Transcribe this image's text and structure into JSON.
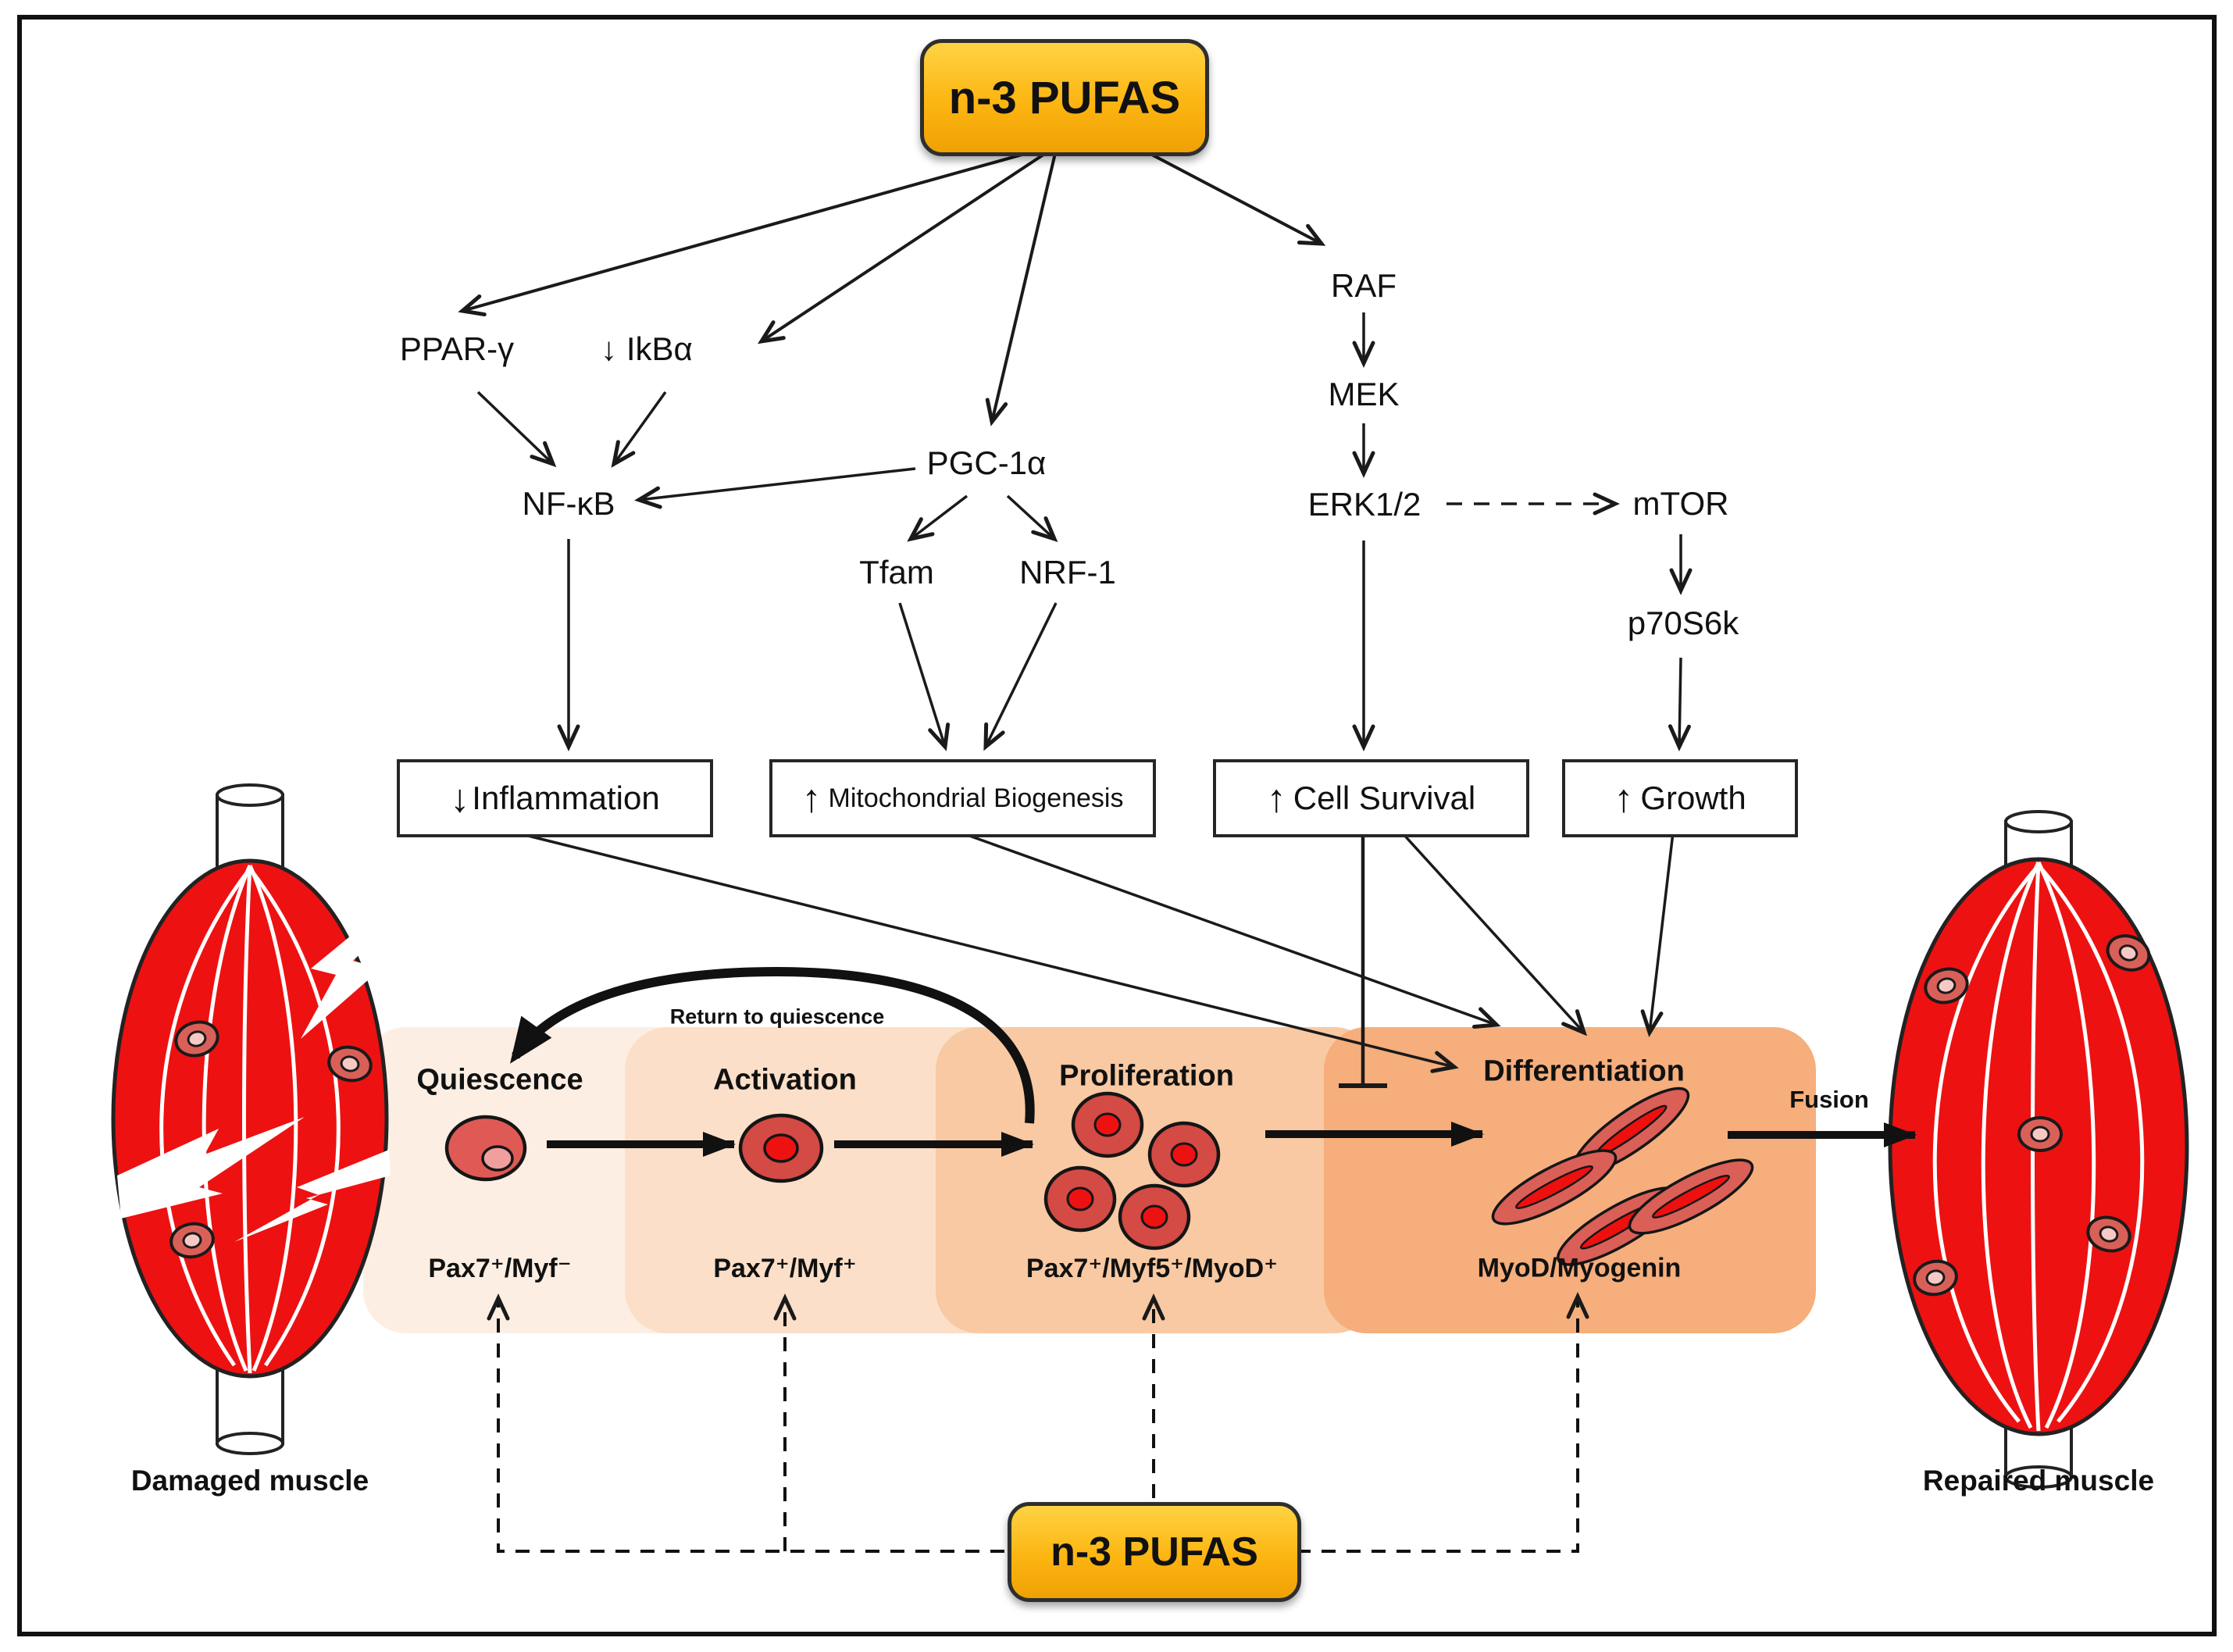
{
  "figure": {
    "source_top_label": "n-3 PUFAS",
    "source_bottom_label": "n-3 PUFAS"
  },
  "nodes": {
    "ppar": "PPAR-γ",
    "ikba": "↓ IkBα",
    "nfkb": "NF-κB",
    "pgc1a": "PGC-1α",
    "tfam": "Tfam",
    "nrf1": "NRF-1",
    "raf": "RAF",
    "mek": "MEK",
    "erk12": "ERK1/2",
    "mtor": "mTOR",
    "p70s6k": "p70S6k"
  },
  "outcomes": [
    {
      "arrow": "↓",
      "label": "Inflammation"
    },
    {
      "arrow": "↑",
      "label": "Mitochondrial Biogenesis"
    },
    {
      "arrow": "↑",
      "label": "Cell Survival"
    },
    {
      "arrow": "↑",
      "label": "Growth"
    }
  ],
  "stages": [
    {
      "title": "Quiescence",
      "marker": "Pax7⁺/Myf⁻"
    },
    {
      "title": "Activation",
      "marker": "Pax7⁺/Myf⁺"
    },
    {
      "title": "Proliferation",
      "marker": "Pax7⁺/Myf5⁺/MyoD⁺"
    },
    {
      "title": "Differentiation",
      "marker": "MyoD/Myogenin"
    }
  ],
  "annotations": {
    "return_to_quiescence": "Return to quiescence",
    "fusion": "Fusion"
  },
  "muscles": {
    "damaged": "Damaged muscle",
    "repaired": "Repaired muscle"
  },
  "colors": {
    "pufas_gold": "#FCB511",
    "panel_quiescence": "#FDEEE3",
    "panel_activation": "#FBDFC8",
    "panel_proliferation": "#F8C9A2",
    "panel_differentiation": "#F5AE7C",
    "muscle_red": "#EE1111",
    "cell_body_red": "#D44A44",
    "cell_nucleus_red": "#EE1111",
    "line_black": "#1A1A1A"
  }
}
